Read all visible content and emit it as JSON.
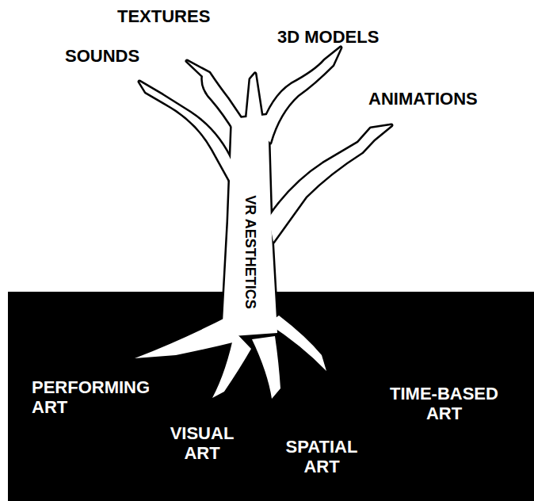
{
  "diagram": {
    "labels": [
      "TEXTURES",
      "SOUNDS",
      "3D MODELS",
      "ANIMATIONS",
      "VR AESTHETICS",
      "PERFORMING ART",
      "TIME-BASED ART",
      "VISUAL ART",
      "SPATIAL ART"
    ]
  }
}
